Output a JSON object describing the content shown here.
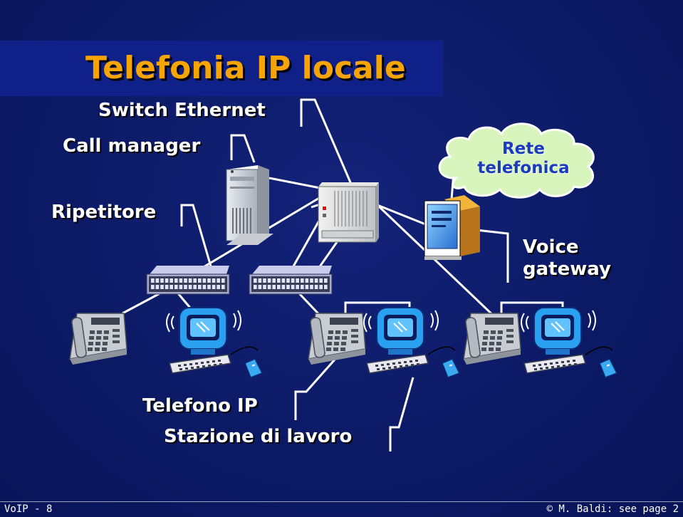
{
  "title": "Telefonia IP locale",
  "labels": {
    "switch_ethernet": "Switch Ethernet",
    "call_manager": "Call manager",
    "ripetitore": "Ripetitore",
    "rete": "Rete",
    "telefonica": "telefonica",
    "voice": "Voice",
    "gateway": "gateway",
    "telefono_ip": "Telefono IP",
    "stazione_di_lavoro": "Stazione di lavoro"
  },
  "footer": {
    "left": "VoIP - 8",
    "right": "© M. Baldi: see page 2"
  },
  "colors": {
    "background": "#0c1a66",
    "title": "#f6a400",
    "cloud": "#d8f5bd",
    "links": "#ffffff"
  }
}
